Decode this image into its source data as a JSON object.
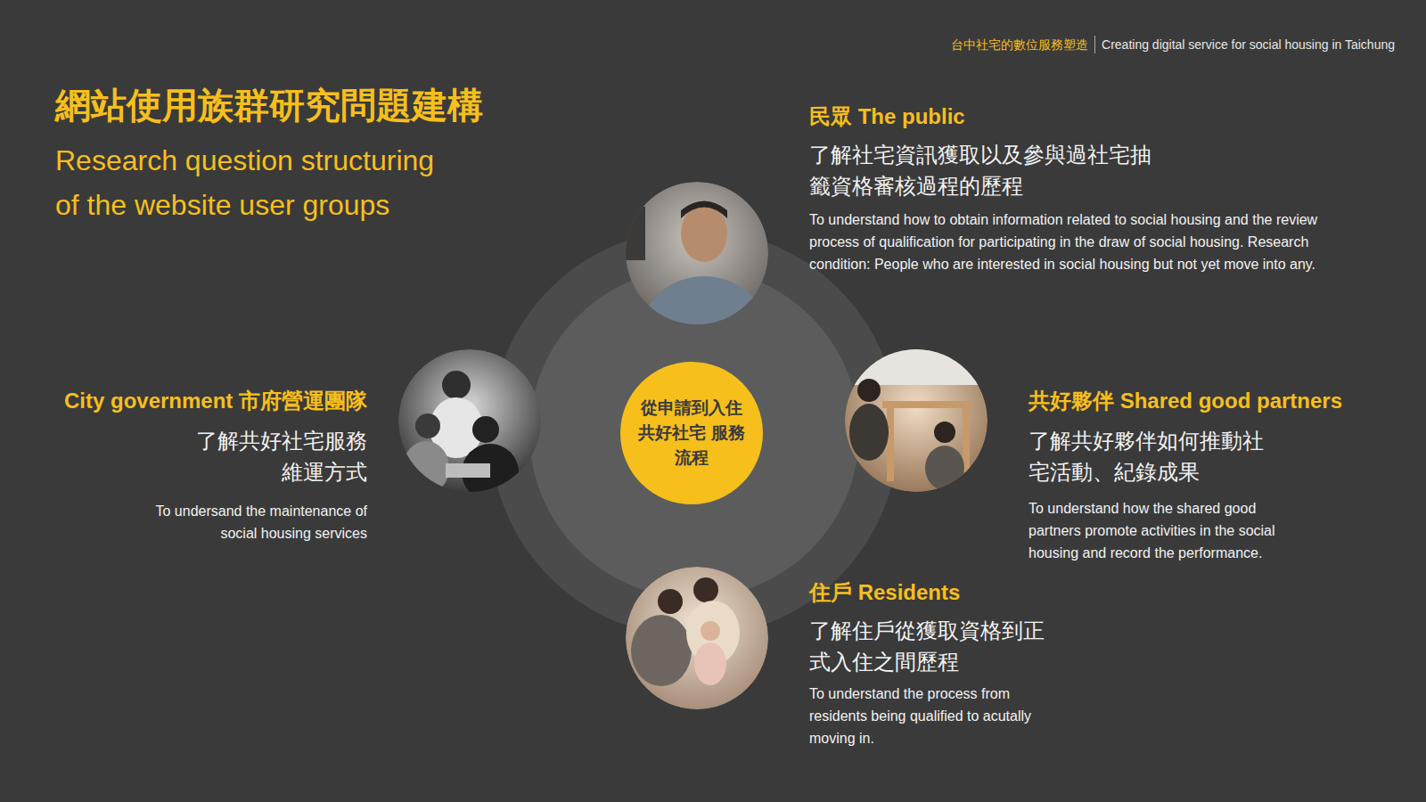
{
  "diagram": {
    "title": "網站使用族群研究問題建構",
    "nodes": [
      {
        "text": [
          "民眾 The public",
          "了解社宅資訊獲取以及參與過社宅抽籤資格審核過程的歷程",
          "To understand how to obtain information related to social housing and the review process of qualification for participating in the draw of social housing. Research condition: People who are interested in social housing but not yet move into any."
        ]
      },
      {
        "text": [
          "City government 市府營運團隊",
          "了解共好社宅服務維運方式",
          "To undersand the maintenance of social housing services"
        ]
      },
      {
        "text": [
          "從申請到入住 共好社宅 服務流程"
        ]
      },
      {
        "text": [
          "共好夥伴 Shared good partners",
          "了解共好夥伴如何推動社宅活動、紀錄成果",
          "To understand how the shared good partners promote activities in the social housing and record the performance."
        ]
      },
      {
        "text": [
          "住戶 Residents",
          "了解住戶從獲取資格到正式入住之間歷程",
          "To understand the process from residents being qualified to acutally moving in."
        ]
      }
    ],
    "labels": [
      "台中社宅的數位服務塑造",
      "Creating digital service for social housing in Taichung",
      "Research question structuring of the website user groups"
    ]
  }
}
